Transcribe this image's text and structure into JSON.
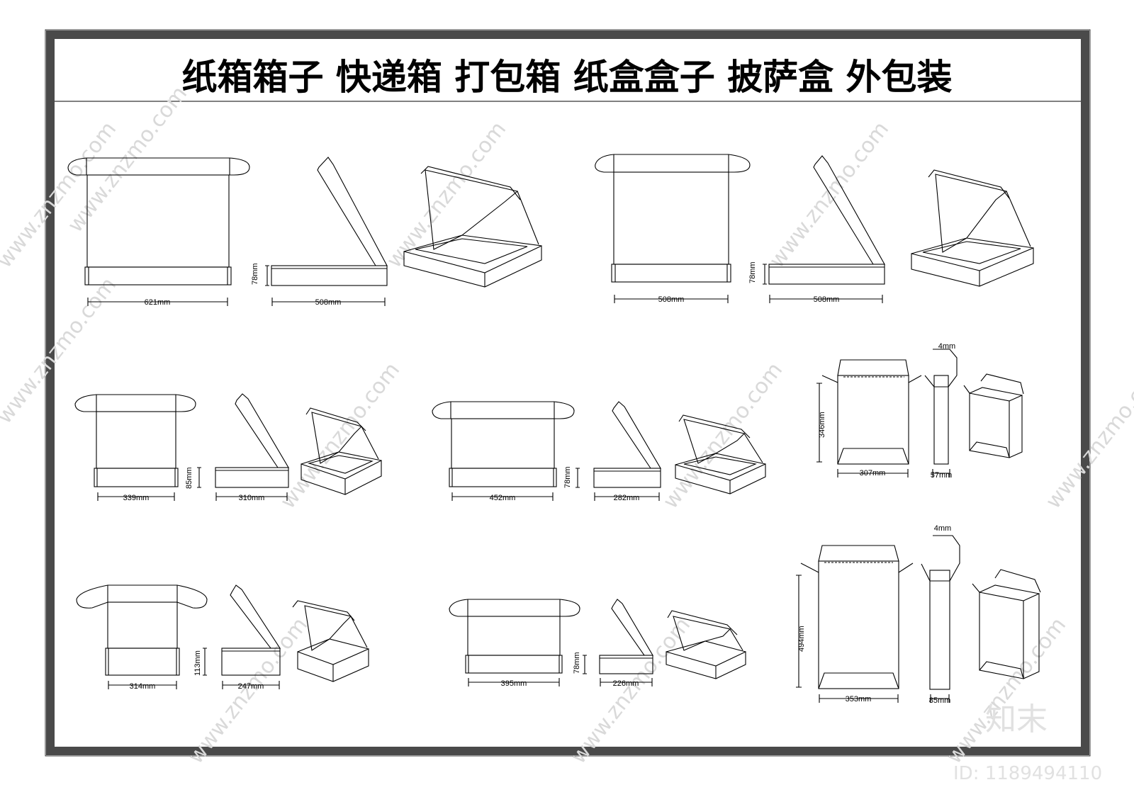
{
  "title": "纸箱箱子  快递箱  打包箱  纸盒盒子  披萨盒  外包装",
  "watermark": {
    "site": "www.znzmo.com",
    "cn": "知末网",
    "brand": "知末",
    "id": "ID: 1189494110"
  },
  "colors": {
    "frame": "#4a4a4a",
    "line": "#000000",
    "watermark": "#d9d9d9"
  },
  "drawings": [
    {
      "name": "box-1",
      "flat_width": "621mm",
      "side_width": "508mm",
      "height": "78mm"
    },
    {
      "name": "box-2",
      "flat_width": "508mm",
      "side_width": "508mm",
      "height": "78mm"
    },
    {
      "name": "box-3",
      "flat_width": "339mm",
      "side_width": "310mm",
      "height": "85mm"
    },
    {
      "name": "box-4",
      "flat_width": "452mm",
      "side_width": "282mm",
      "height": "78mm"
    },
    {
      "name": "box-5",
      "flat_width": "314mm",
      "side_width": "247mm",
      "height": "113mm"
    },
    {
      "name": "box-6",
      "flat_width": "395mm",
      "side_width": "226mm",
      "height": "78mm"
    },
    {
      "name": "carton-a",
      "width": "307mm",
      "depth": "57mm",
      "height": "346mm",
      "flap": "4mm"
    },
    {
      "name": "carton-b",
      "width": "353mm",
      "depth": "85mm",
      "height": "494mm",
      "flap": "4mm"
    }
  ]
}
